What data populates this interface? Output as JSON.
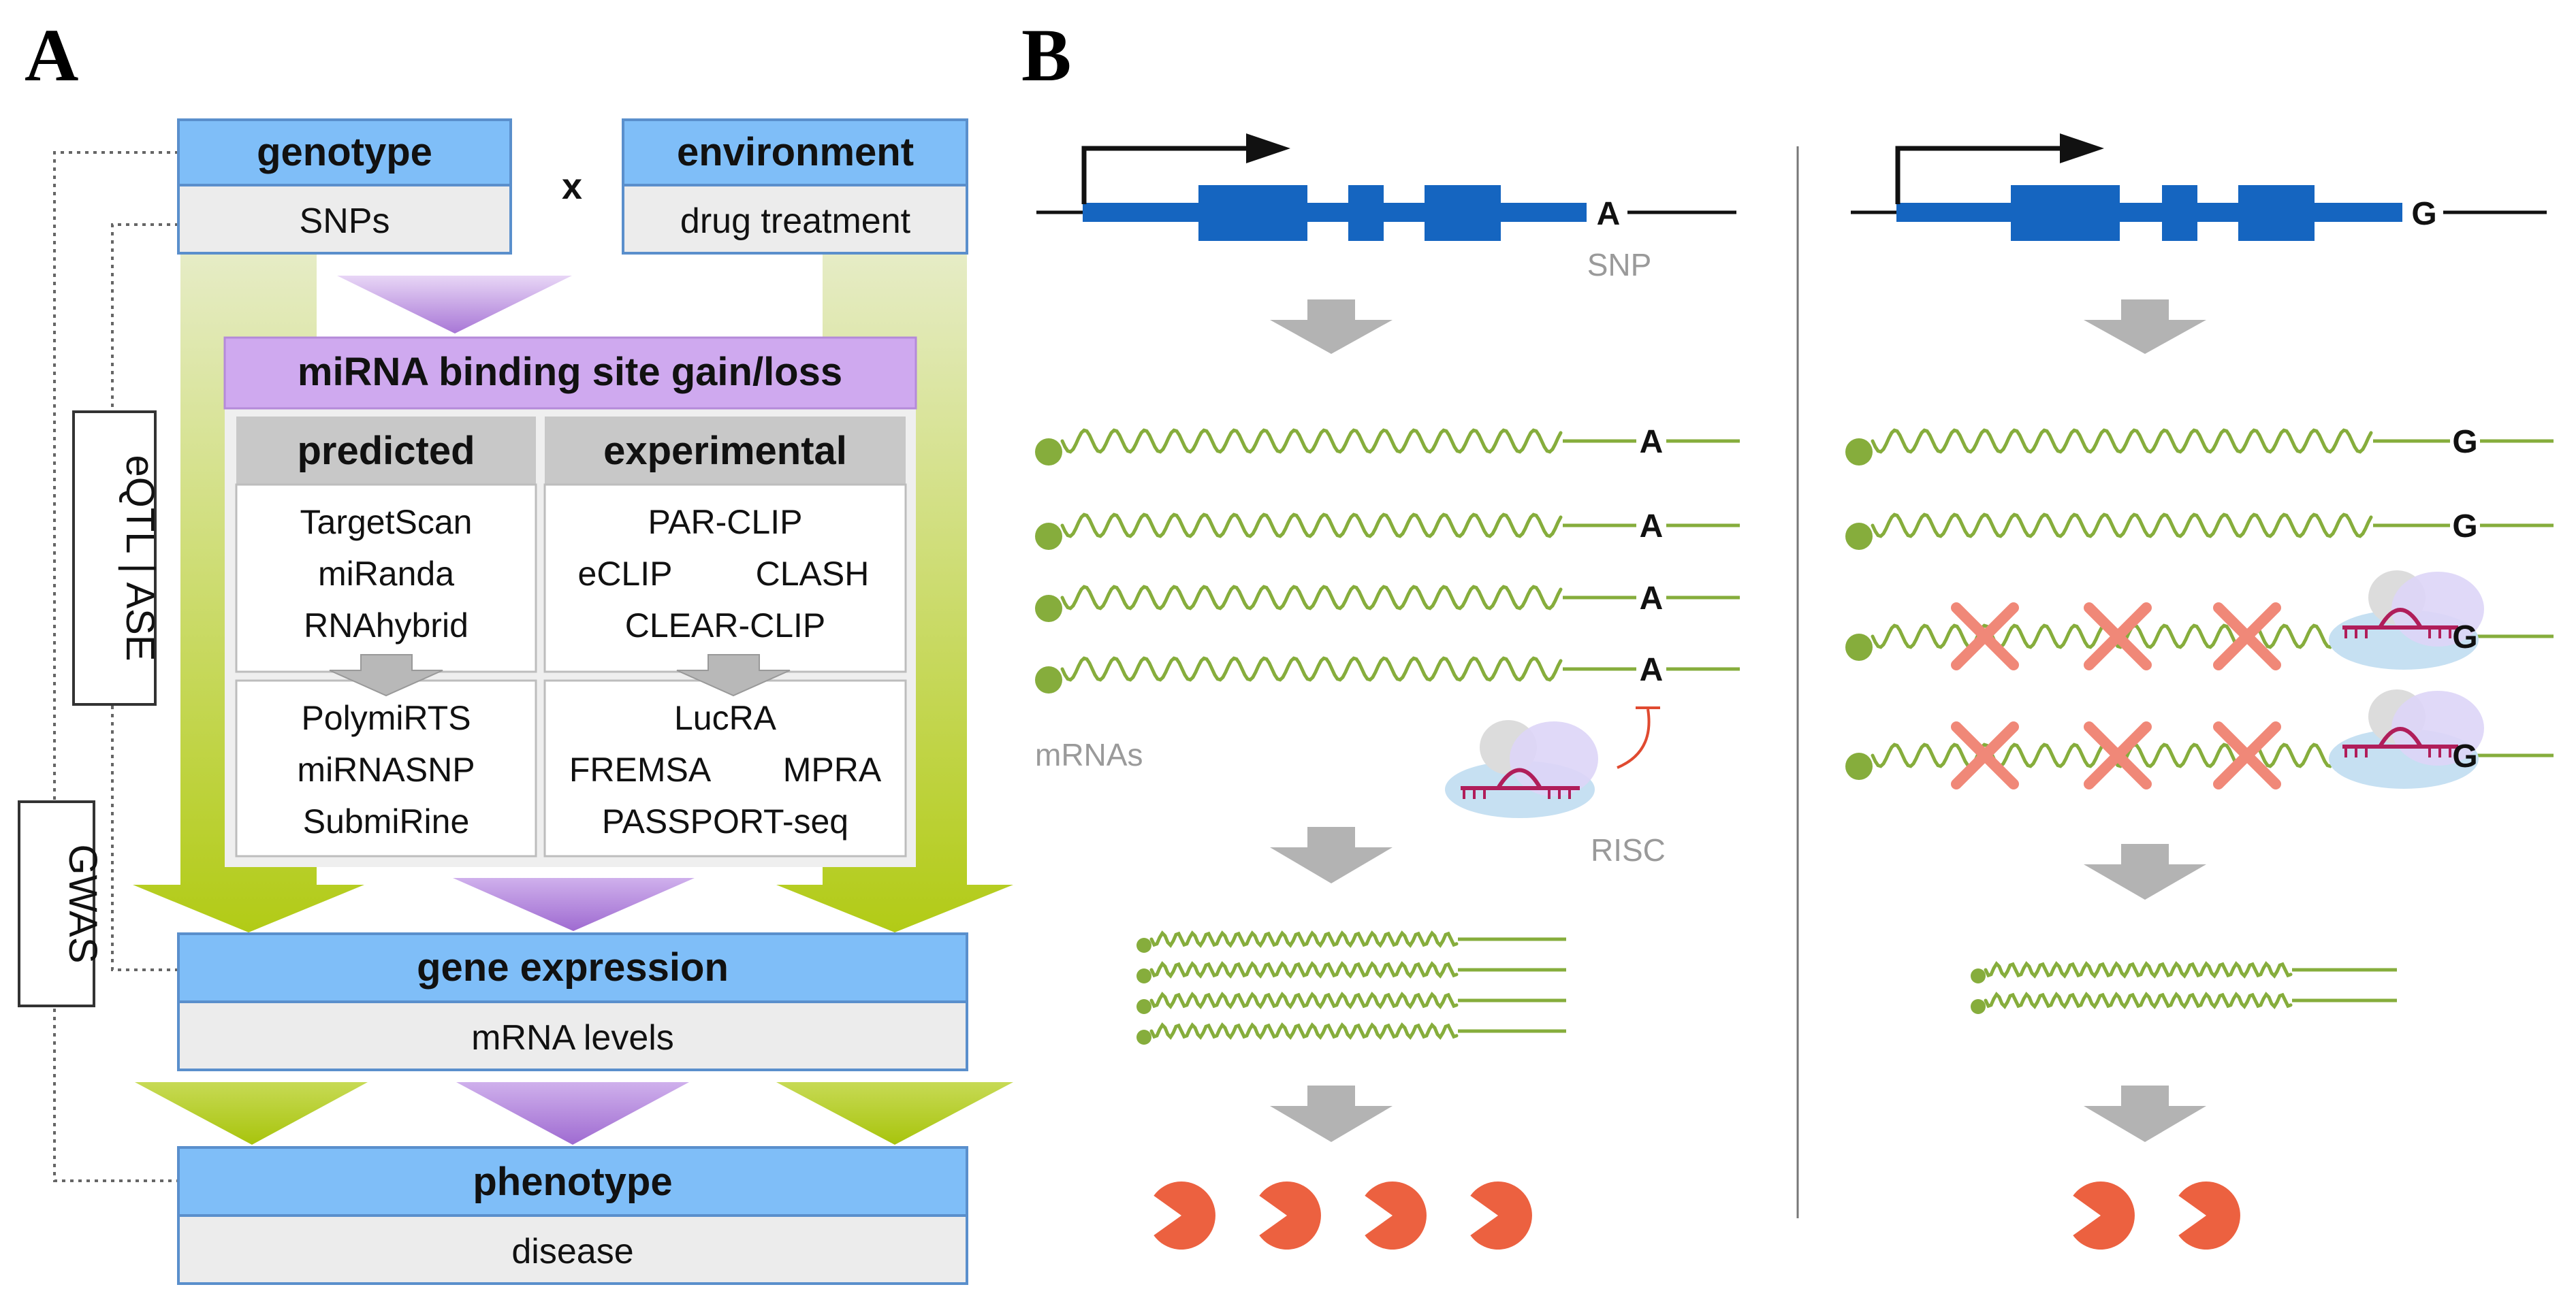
{
  "panels": {
    "a": "A",
    "b": "B"
  },
  "panel_a": {
    "genotype": {
      "title": "genotype",
      "sub": "SNPs"
    },
    "times": "x",
    "environment": {
      "title": "environment",
      "sub": "drug treatment"
    },
    "mirna_header": "miRNA binding site gain/loss",
    "predicted": {
      "title": "predicted",
      "tools": [
        "TargetScan",
        "miRanda",
        "RNAhybrid"
      ],
      "databases": [
        "PolymiRTS",
        "miRNASNP",
        "SubmiRine"
      ]
    },
    "experimental": {
      "title": "experimental",
      "methods": [
        "PAR-CLIP",
        "eCLIP",
        "CLASH",
        "CLEAR-CLIP"
      ],
      "assays": [
        "LucRA",
        "FREMSA",
        "MPRA",
        "PASSPORT-seq"
      ]
    },
    "gene_expression": {
      "title": "gene expression",
      "sub": "mRNA levels"
    },
    "phenotype": {
      "title": "phenotype",
      "sub": "disease"
    },
    "side_labels": {
      "eqtl_ase": "eQTL | ASE",
      "gwas": "GWAS"
    }
  },
  "panel_b": {
    "left": {
      "allele": "A",
      "snp_label": "SNP",
      "mrnas_label": "mRNAs",
      "risc_label": "RISC",
      "mrna_count": 4,
      "final_count": 4
    },
    "right": {
      "allele": "G",
      "mrna_count": 4,
      "final_count": 2
    }
  },
  "colors": {
    "blue_box": "#7fbef8",
    "purple": "#cfa9ef",
    "green_arrow": "#b4cc1c",
    "exon": "#1565c0",
    "mrna": "#86ad3c",
    "pacman": "#ec6140",
    "cross": "#f08878"
  }
}
